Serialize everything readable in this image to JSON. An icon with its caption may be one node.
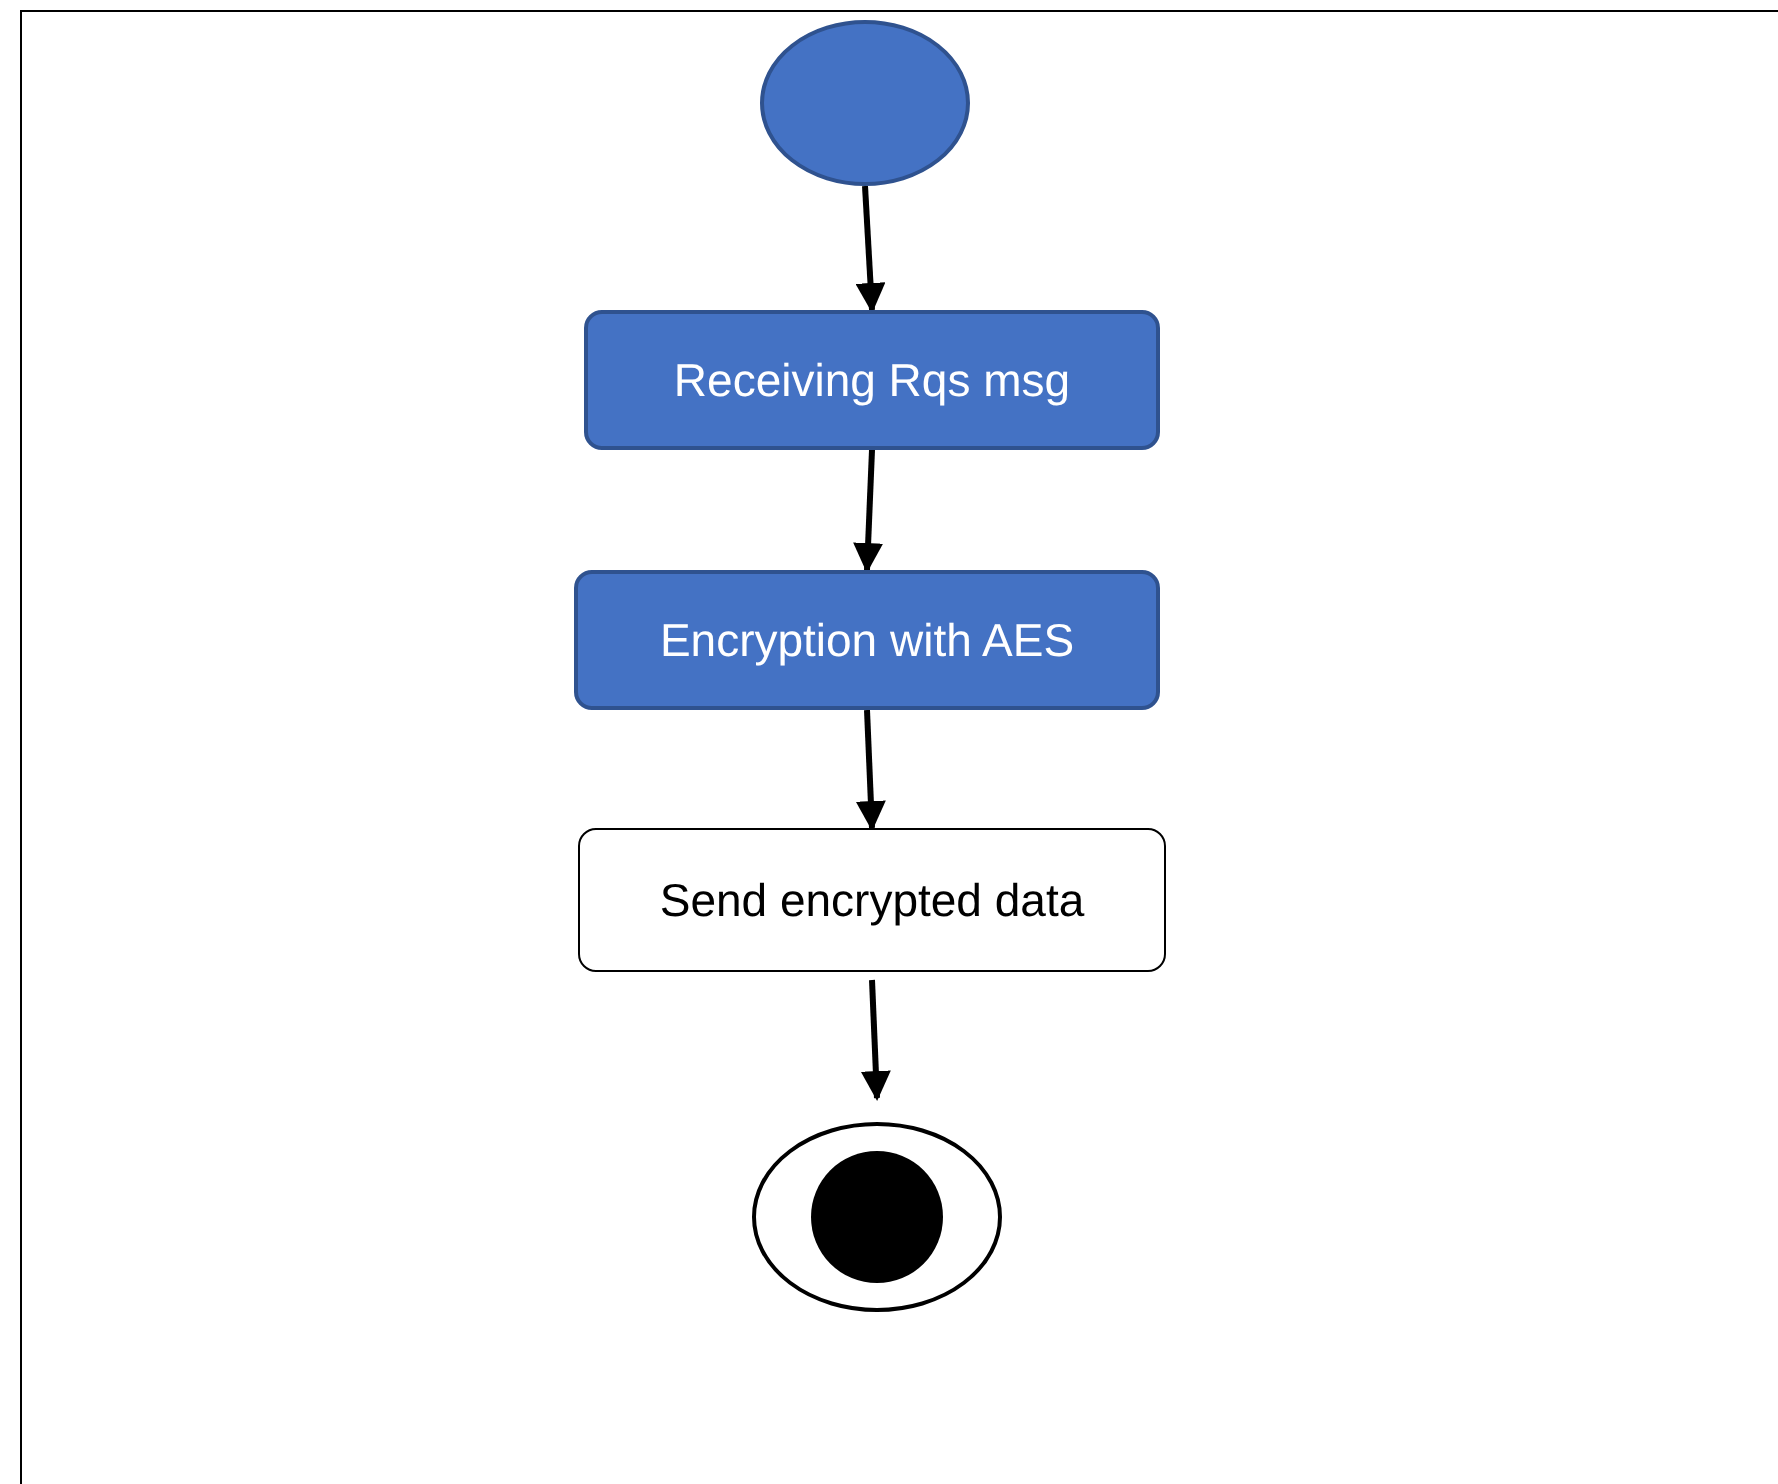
{
  "diagram": {
    "nodes": [
      {
        "text": [],
        "shape": "circle"
      },
      {
        "text": [
          "Receiving Rqs msg"
        ]
      },
      {
        "text": [
          "Encryption with AES"
        ]
      },
      {
        "text": [
          "Send encrypted data"
        ]
      },
      {
        "text": [],
        "shape": "circle"
      }
    ],
    "edges": [
      {
        "from": 0,
        "to": 1,
        "arrow": "to"
      },
      {
        "from": 1,
        "to": 2,
        "arrow": "to"
      },
      {
        "from": 2,
        "to": 3,
        "arrow": "to"
      },
      {
        "from": 3,
        "to": 4,
        "arrow": "to"
      }
    ]
  }
}
